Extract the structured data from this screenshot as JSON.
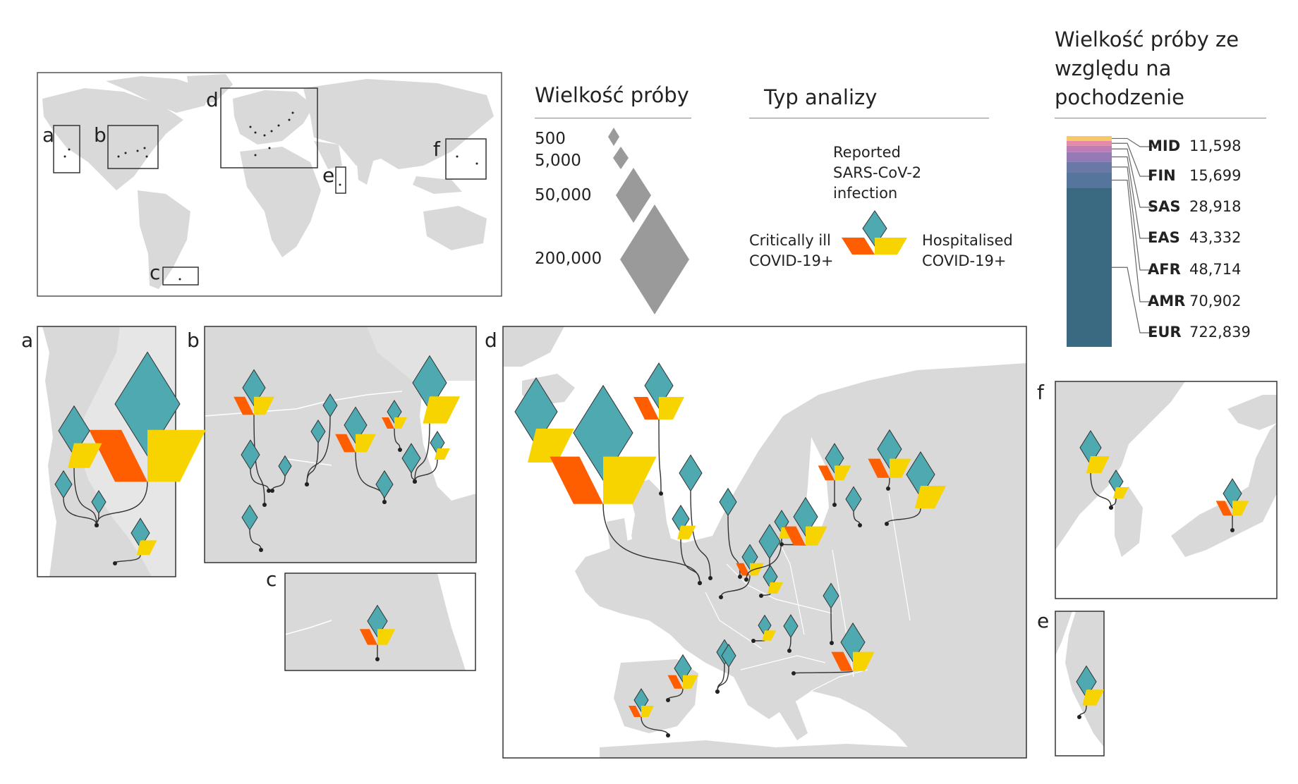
{
  "world_map": {
    "box_labels": [
      "a",
      "b",
      "c",
      "d",
      "e",
      "f"
    ]
  },
  "sample_size_legend": {
    "title": "Wielkość próby",
    "entries": [
      {
        "label": "500",
        "value": 500
      },
      {
        "label": "5,000",
        "value": 5000
      },
      {
        "label": "50,000",
        "value": 50000
      },
      {
        "label": "200,000",
        "value": 200000
      }
    ]
  },
  "analysis_type_legend": {
    "title": "Typ analizy",
    "top_label": "Reported SARS-CoV-2 infection",
    "top_label_lines": [
      "Reported",
      "SARS-CoV-2",
      "infection"
    ],
    "left_label_lines": [
      "Critically ill",
      "COVID-19+"
    ],
    "right_label_lines": [
      "Hospitalised",
      "COVID-19+"
    ]
  },
  "ancestry": {
    "title_lines": [
      "Wielkość próby ze",
      "względu na",
      "pochodzenie"
    ],
    "groups": [
      {
        "code": "MID",
        "label": "11,598",
        "value": 11598,
        "color": "#f5c86a"
      },
      {
        "code": "FIN",
        "label": "15,699",
        "value": 15699,
        "color": "#e48aa8"
      },
      {
        "code": "SAS",
        "label": "28,918",
        "value": 28918,
        "color": "#c07cb4"
      },
      {
        "code": "EAS",
        "label": "43,332",
        "value": 43332,
        "color": "#957bb6"
      },
      {
        "code": "AFR",
        "label": "48,714",
        "value": 48714,
        "color": "#6a78a8"
      },
      {
        "code": "AMR",
        "label": "70,902",
        "value": 70902,
        "color": "#56759c"
      },
      {
        "code": "EUR",
        "label": "722,839",
        "value": 722839,
        "color": "#3a6a82"
      }
    ]
  },
  "colors": {
    "land": "#d9d9d9",
    "teal": "#4ea9b0",
    "orange": "#ff5e00",
    "yellow": "#f7d300",
    "legend_gray": "#9a9a9a"
  },
  "panels": [
    {
      "letter": "a"
    },
    {
      "letter": "b"
    },
    {
      "letter": "c"
    },
    {
      "letter": "d"
    },
    {
      "letter": "e"
    },
    {
      "letter": "f"
    }
  ]
}
